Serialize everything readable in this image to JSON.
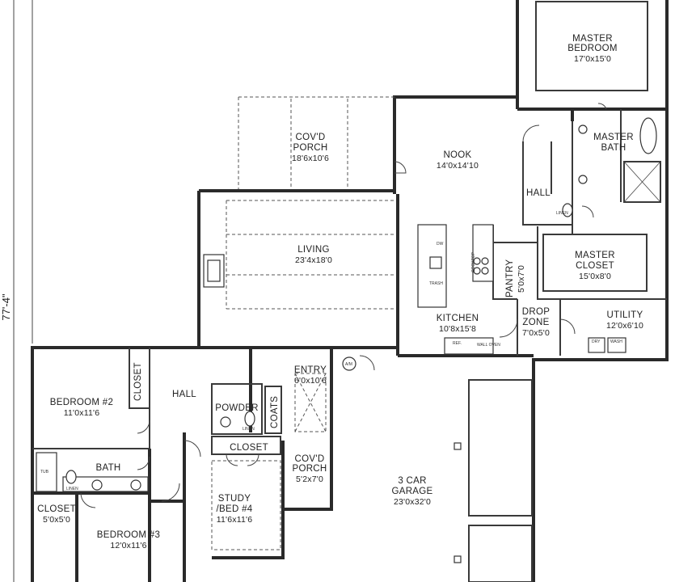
{
  "plan": {
    "overall_dimension": "77'-4\"",
    "rooms": {
      "master_bedroom": {
        "name": "MASTER\nBEDROOM",
        "size": "17'0x15'0"
      },
      "master_bath": {
        "name": "MASTER\nBATH",
        "size": ""
      },
      "covd_porch_rear": {
        "name": "COV'D\nPORCH",
        "size": "18'6x10'6"
      },
      "nook": {
        "name": "NOOK",
        "size": "14'0x14'10"
      },
      "hall_master": {
        "name": "HALL",
        "size": ""
      },
      "living": {
        "name": "LIVING",
        "size": "23'4x18'0"
      },
      "master_closet": {
        "name": "MASTER\nCLOSET",
        "size": "15'0x8'0"
      },
      "pantry": {
        "name": "PANTRY",
        "size": "5'0x7'0"
      },
      "kitchen": {
        "name": "KITCHEN",
        "size": "10'8x15'8"
      },
      "drop_zone": {
        "name": "DROP\nZONE",
        "size": "7'0x5'0"
      },
      "utility": {
        "name": "UTILITY",
        "size": "12'0x6'10"
      },
      "bedroom2": {
        "name": "BEDROOM #2",
        "size": "11'0x11'6"
      },
      "closet_bed2": {
        "name": "CLOSET",
        "size": ""
      },
      "hall_main": {
        "name": "HALL",
        "size": ""
      },
      "powder": {
        "name": "POWDER",
        "size": ""
      },
      "coats": {
        "name": "COATS",
        "size": ""
      },
      "entry": {
        "name": "ENTRY",
        "size": "6'0x10'6"
      },
      "closet_study": {
        "name": "CLOSET",
        "size": ""
      },
      "bath": {
        "name": "BATH",
        "size": ""
      },
      "closet_bed3": {
        "name": "CLOSET",
        "size": "5'0x5'0"
      },
      "study": {
        "name": "STUDY\n/BED #4",
        "size": "11'6x11'6"
      },
      "covd_porch_front": {
        "name": "COV'D\nPORCH",
        "size": "5'2x7'0"
      },
      "garage": {
        "name": "3 CAR\nGARAGE",
        "size": "23'0x32'0"
      },
      "bedroom3": {
        "name": "BEDROOM #3",
        "size": "12'0x11'6"
      }
    },
    "fixture_labels": {
      "dw": "DW",
      "trash": "TRASH",
      "cooktop": "COOKTOP",
      "ref": "REF.",
      "wall_oven": "WALL OVEN",
      "linen": "LINEN",
      "dry": "DRY",
      "wash": "WASH",
      "tub": "TUB",
      "am": "A/M"
    }
  }
}
